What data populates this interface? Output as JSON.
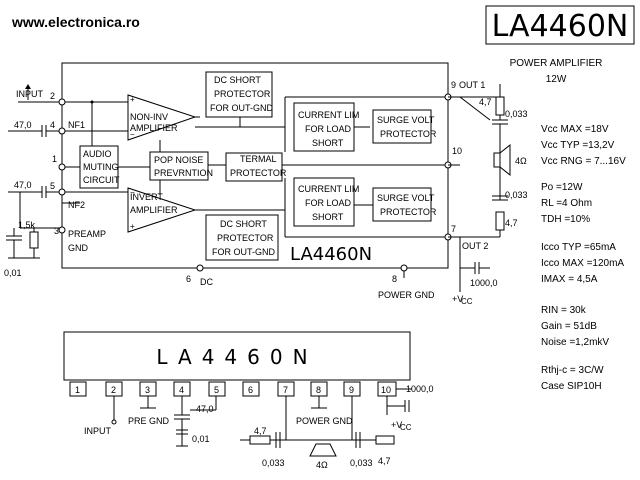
{
  "header": {
    "site": "www.electronica.ro",
    "chip": "LA4460N",
    "subtitle_1": "POWER  AMPLIFIER",
    "subtitle_2": "12W"
  },
  "blocks": {
    "dc_short_top": [
      "DC SHORT",
      "PROTECTOR",
      "FOR OUT-GND"
    ],
    "dc_short_bot": [
      "DC SHORT",
      "PROTECTOR",
      "FOR OUT-GND"
    ],
    "current_lim_top": [
      "CURRENT LIM",
      "FOR LOAD",
      "SHORT"
    ],
    "current_lim_bot": [
      "CURRENT LIM",
      "FOR LOAD",
      "SHORT"
    ],
    "surge_top": [
      "SURGE VOLT",
      "PROTECTOR"
    ],
    "surge_bot": [
      "SURGE VOLT",
      "PROTECTOR"
    ],
    "pop_noise": [
      "POP NOISE",
      "PREVRNTION"
    ],
    "termal": [
      "TERMAL",
      "PROTECTOR"
    ],
    "audio_muting": [
      "AUDIO",
      "MUTING",
      "CIRCUIT"
    ],
    "amp_noninv": [
      "NON-INV",
      "AMPLIFIER"
    ],
    "amp_invert": [
      "INVERT",
      "AMPLIFIER"
    ],
    "chip_label": "LA4460N"
  },
  "labels": {
    "input": "INPUT",
    "nf1": "NF1",
    "nf2": "NF2",
    "preamp_gnd_1": "PREAMP",
    "preamp_gnd_2": "GND",
    "dc": "DC",
    "power_gnd": "POWER GND",
    "vcc": "+V",
    "vcc_sub": "CC",
    "out1": "OUT 1",
    "out2": "OUT 2",
    "cap_47_a": "47,0",
    "cap_47_b": "47,0",
    "res_15k": "1,5k",
    "cap_001": "0,01",
    "res_47_top": "4,7",
    "cap_0033_top": "0,033",
    "spk": "4Ω",
    "cap_0033_bot": "0,033",
    "res_47_bot": "4,7",
    "cap_1000": "1000,0"
  },
  "pins": {
    "p2": "2",
    "p4": "4",
    "p1": "1",
    "p5": "5",
    "p3": "3",
    "p6": "6",
    "p8": "8",
    "p9": "9",
    "p10": "10",
    "p7": "7"
  },
  "specs": {
    "vcc_max": "Vcc MAX =18V",
    "vcc_typ": "Vcc TYP =13,2V",
    "vcc_rng": "Vcc RNG = 7...16V",
    "po": "Po  =12W",
    "rl": "RL  =4  Ohm",
    "tdh": "TDH =10%",
    "icco_typ": "Icco TYP =65mA",
    "icco_max": "Icco MAX =120mA",
    "imax": "IMAX  =  4,5A",
    "rin": "RIN  = 30k",
    "gain": "Gain  = 51dB",
    "noise": "Noise =1,2mkV",
    "rthj": "Rthj-c = 3C/W",
    "case": "Case  SIP10H"
  },
  "package": {
    "label": "LA4460N",
    "pins": [
      "1",
      "2",
      "3",
      "4",
      "5",
      "6",
      "7",
      "8",
      "9",
      "10"
    ],
    "input": "INPUT",
    "pre_gnd": "PRE GND",
    "power_gnd": "POWER GND",
    "cap_47": "47,0",
    "cap_001": "0,01",
    "cap_1000": "1000,0",
    "vcc": "+V",
    "vcc_sub": "CC",
    "res_47_l": "4,7",
    "cap_0033_l": "0,033",
    "spk": "4Ω",
    "cap_0033_r": "0,033",
    "res_47_r": "4,7"
  }
}
